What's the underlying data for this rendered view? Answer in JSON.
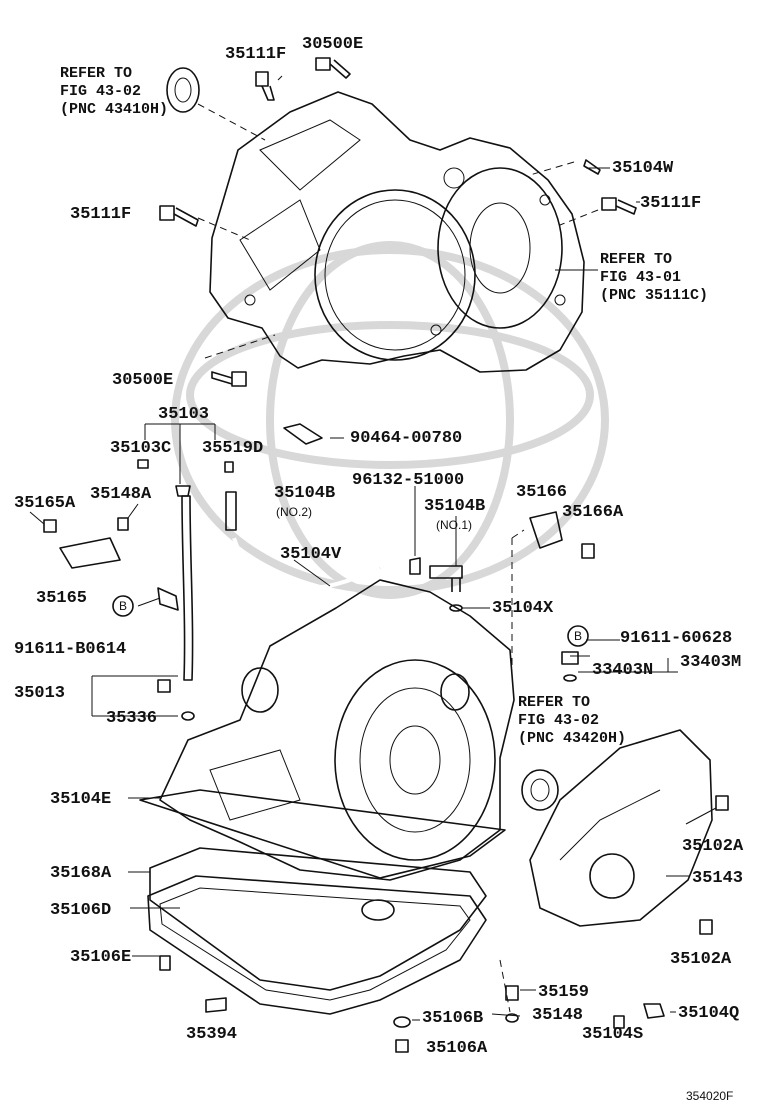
{
  "diagram": {
    "labels": {
      "p35111F_top": "35111F",
      "p30500E_top": "30500E",
      "ref1_l1": "REFER TO",
      "ref1_l2": "FIG 43-02",
      "ref1_l3": "(PNC 43410H)",
      "p35104W": "35104W",
      "p35111F_left": "35111F",
      "p35111F_right": "35111F",
      "ref2_l1": "REFER TO",
      "ref2_l2": "FIG 43-01",
      "ref2_l3": "(PNC 35111C)",
      "p30500E_mid": "30500E",
      "p35103": "35103",
      "p35103C": "35103C",
      "p35519D": "35519D",
      "p90464": "90464-00780",
      "p96132": "96132-51000",
      "p35165A": "35165A",
      "p35148A": "35148A",
      "p35104B_no2": "35104B",
      "no2": "(NO.2)",
      "p35104B_no1": "35104B",
      "no1": "(NO.1)",
      "p35166": "35166",
      "p35166A": "35166A",
      "p35104V": "35104V",
      "p35165": "35165",
      "circleB1": "B",
      "p91611B": "91611-B0614",
      "p35104X": "35104X",
      "circleB2": "B",
      "p91611_6": "91611-60628",
      "p33403N": "33403N",
      "p33403M": "33403M",
      "p35013": "35013",
      "p35336": "35336",
      "ref3_l1": "REFER TO",
      "ref3_l2": "FIG 43-02",
      "ref3_l3": "(PNC 43420H)",
      "p35104E": "35104E",
      "p35102A_r": "35102A",
      "p35168A": "35168A",
      "p35143": "35143",
      "p35106D": "35106D",
      "p35102A_b": "35102A",
      "p35106E": "35106E",
      "p35159": "35159",
      "p35104Q": "35104Q",
      "p35106B": "35106B",
      "p35148": "35148",
      "p35394": "35394",
      "p35104S": "35104S",
      "p35106A": "35106A",
      "figcode": "354020F"
    }
  }
}
